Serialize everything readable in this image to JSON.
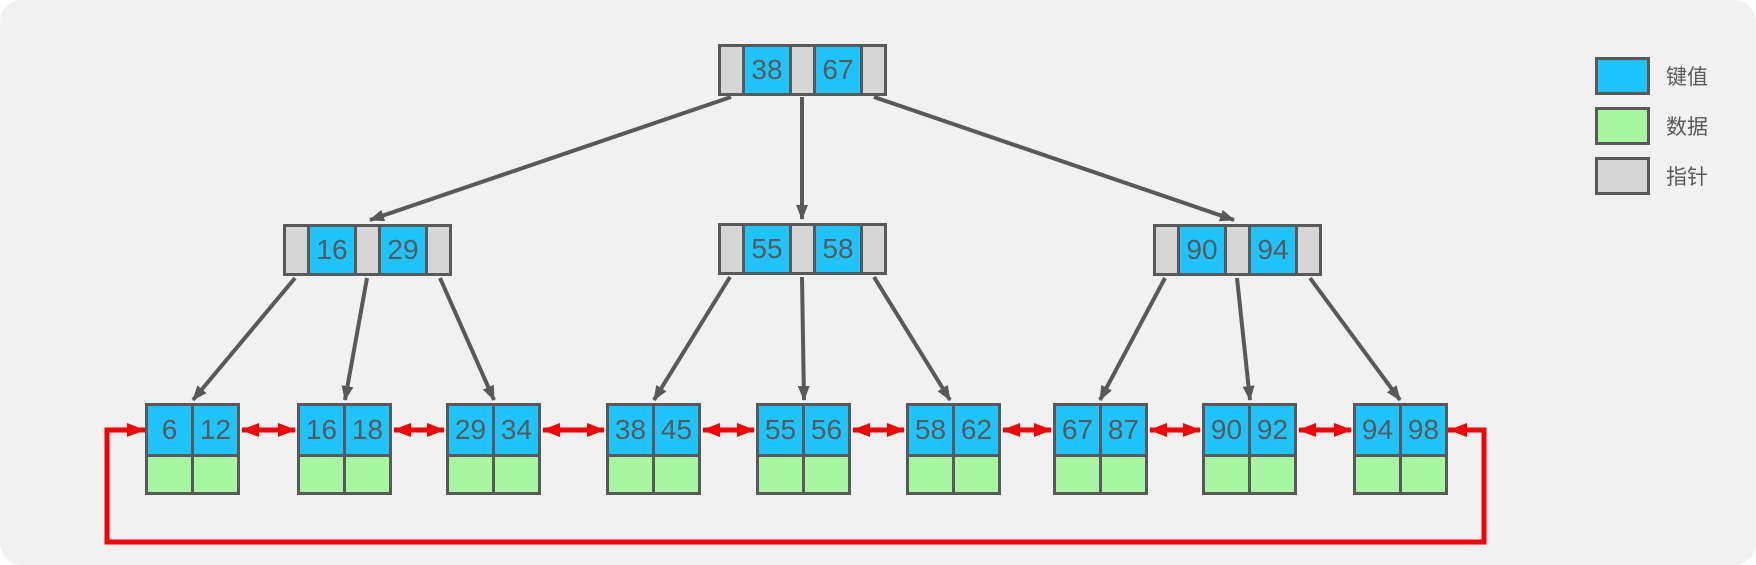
{
  "diagram": {
    "kind": "b-plus-tree"
  },
  "colors": {
    "key_fill": "#1fc4ff",
    "data_fill": "#a7f6a2",
    "pointer_fill": "#d6d6d6",
    "border": "#595959",
    "link": "#f70000",
    "background": "#f1f1f2",
    "text": "#595959"
  },
  "legend": {
    "items": [
      {
        "label": "键值",
        "swatch": "key"
      },
      {
        "label": "数据",
        "swatch": "data"
      },
      {
        "label": "指针",
        "swatch": "pointer"
      }
    ]
  },
  "tree": {
    "root": {
      "keys": [
        "38",
        "67"
      ]
    },
    "internal_nodes": [
      {
        "keys": [
          "16",
          "29"
        ]
      },
      {
        "keys": [
          "55",
          "58"
        ]
      },
      {
        "keys": [
          "90",
          "94"
        ]
      }
    ],
    "leaf_nodes": [
      {
        "keys": [
          "6",
          "12"
        ]
      },
      {
        "keys": [
          "16",
          "18"
        ]
      },
      {
        "keys": [
          "29",
          "34"
        ]
      },
      {
        "keys": [
          "38",
          "45"
        ]
      },
      {
        "keys": [
          "55",
          "56"
        ]
      },
      {
        "keys": [
          "58",
          "62"
        ]
      },
      {
        "keys": [
          "67",
          "87"
        ]
      },
      {
        "keys": [
          "90",
          "92"
        ]
      },
      {
        "keys": [
          "94",
          "98"
        ]
      }
    ]
  }
}
